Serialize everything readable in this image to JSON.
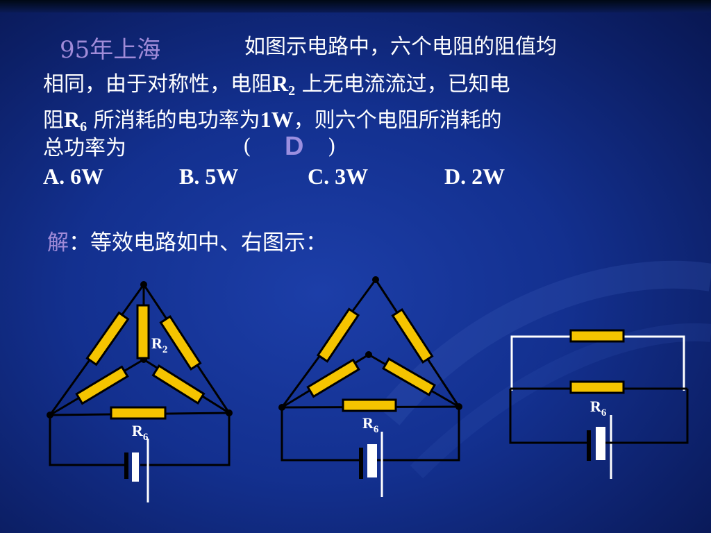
{
  "source": "95年上海",
  "question": {
    "line1": "如图示电路中，六个电阻的阻值均",
    "line2a": "相同，由于对称性，电阻",
    "r2_main": "R",
    "r2_sub": "2",
    "line2b": " 上无电流流过，已知电",
    "line3a": "阻",
    "r6_main": "R",
    "r6_sub": "6",
    "line3b": " 所消耗的电功率为",
    "power": "1W",
    "line3c": "，则六个电阻所消耗的",
    "line4": "总功率为",
    "paren_open": "(",
    "paren_close": ")",
    "answer": "D"
  },
  "options": {
    "a": "A.  6W",
    "b": "B. 5W",
    "c": "C. 3W",
    "d": "D. 2W"
  },
  "solution": {
    "key": "解",
    "text": "：等效电路如中、右图示："
  },
  "diagram_labels": {
    "d1_r2_main": "R",
    "d1_r2_sub": "2",
    "d1_r6_main": "R",
    "d1_r6_sub": "6",
    "d2_r6_main": "R",
    "d2_r6_sub": "6",
    "d3_r6_main": "R",
    "d3_r6_sub": "6"
  },
  "colors": {
    "resistor_fill": "#f5c400",
    "wire_dark": "#000000",
    "wire_light": "#ffffff",
    "accent_text": "#a08bd8"
  }
}
